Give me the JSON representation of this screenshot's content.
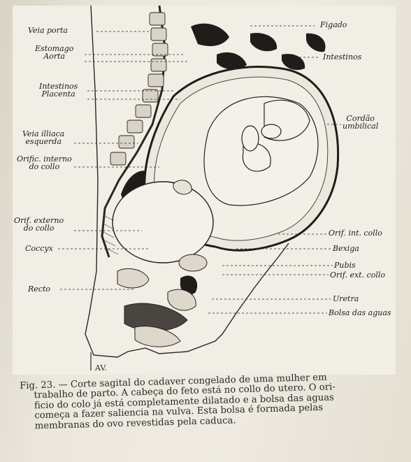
{
  "figure": {
    "labels_left": [
      {
        "id": "veia-porta",
        "text": "Veia porta"
      },
      {
        "id": "estomago",
        "line1": "Estomago",
        "line2": "Aorta"
      },
      {
        "id": "intestinos-placenta",
        "line1": "Intestinos",
        "line2": "Placenta"
      },
      {
        "id": "veia-iliaca",
        "line1": "Veia illiaca",
        "line2": "esquerda"
      },
      {
        "id": "orif-interno",
        "line1": "Orific. interno",
        "line2": "do collo"
      },
      {
        "id": "orif-externo",
        "line1": "Orif. externo",
        "line2": "do collo"
      },
      {
        "id": "coccyx",
        "text": "Coccyx"
      },
      {
        "id": "recto",
        "text": "Recto"
      }
    ],
    "labels_right": [
      {
        "id": "figado",
        "text": "Figado"
      },
      {
        "id": "intestinos",
        "text": "Intestinos"
      },
      {
        "id": "cordao",
        "line1": "Cordão",
        "line2": "umbilical"
      },
      {
        "id": "orif-int-collo",
        "text": "Orif. int. collo"
      },
      {
        "id": "bexiga",
        "text": "Bexiga"
      },
      {
        "id": "pubis",
        "text": "Pubis"
      },
      {
        "id": "orif-ext-collo",
        "text": "Orif. ext. collo"
      },
      {
        "id": "uretra",
        "text": "Uretra"
      },
      {
        "id": "bolsa",
        "text": "Bolsa das aguas"
      }
    ],
    "initials": "AV."
  },
  "caption": {
    "lines": [
      "Fig. 23. — Corte sagital do cadaver congelado de uma mulher em",
      "trabalho de parto. A cabeça do feto está no collo do utero. O ori-",
      "ficio do colo já está completamente dilatado e a bolsa das aguas",
      "começa a fazer saliencia na vulva. Esta bolsa é formada pelas",
      "membranas do ovo revestidas pela caduca."
    ]
  }
}
